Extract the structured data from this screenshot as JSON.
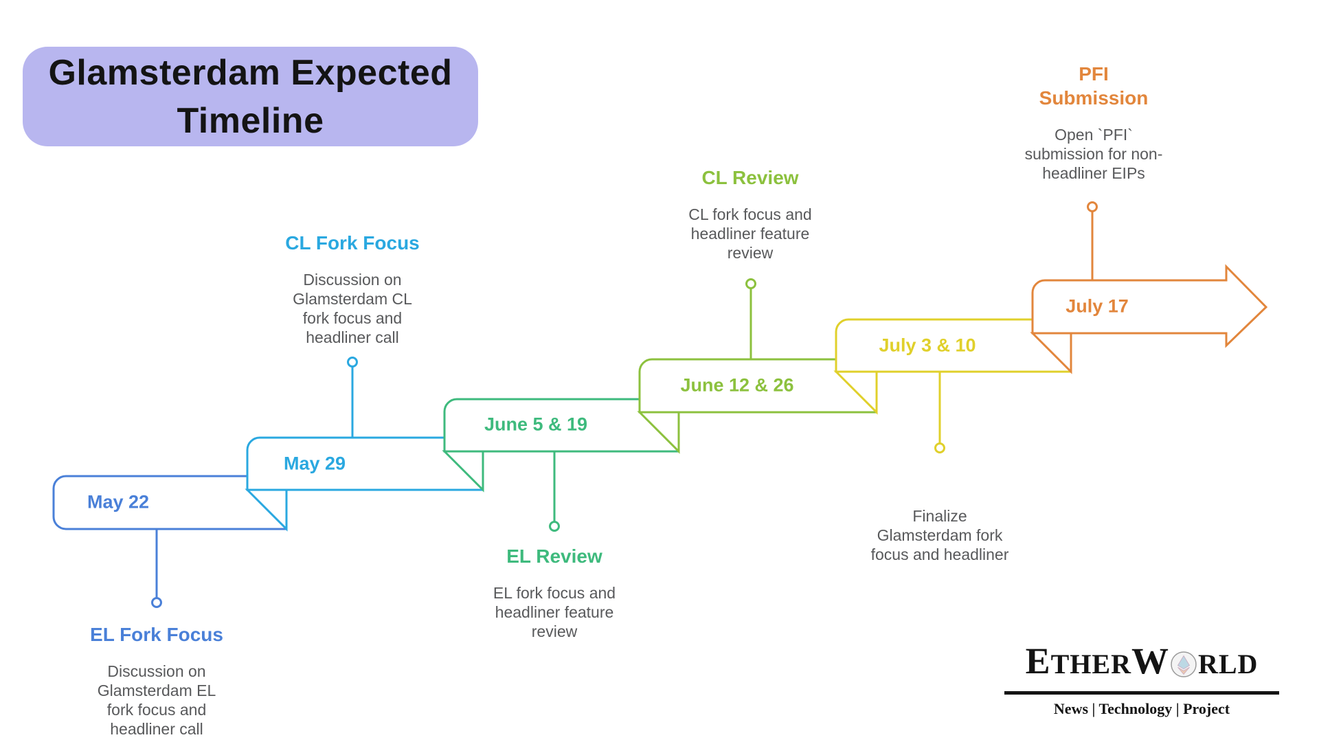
{
  "title": {
    "lines": [
      "Glamsterdam Expected",
      "Timeline"
    ],
    "bg": "#b8b6ef",
    "color": "#141414"
  },
  "colors": {
    "background": "#ffffff",
    "text_muted": "#58595b"
  },
  "milestones": [
    {
      "date": "May 22",
      "color": "#4a80d8",
      "heading": "EL Fork Focus",
      "description": [
        "Discussion on",
        "Glamsterdam EL",
        "fork focus and",
        "headliner call"
      ],
      "label_position": "below"
    },
    {
      "date": "May 29",
      "color": "#2aa8e0",
      "heading": "CL Fork Focus",
      "description": [
        "Discussion on",
        "Glamsterdam CL",
        "fork focus and",
        "headliner call"
      ],
      "label_position": "above"
    },
    {
      "date": "June 5 & 19",
      "color": "#3eba7d",
      "heading": "EL Review",
      "description": [
        "EL fork focus and",
        "headliner feature",
        "review"
      ],
      "label_position": "below"
    },
    {
      "date": "June 12 & 26",
      "color": "#8cc13e",
      "heading": "CL Review",
      "description": [
        "CL fork focus and",
        "headliner feature",
        "review"
      ],
      "label_position": "above"
    },
    {
      "date": "July 3 & 10",
      "color": "#e0d02b",
      "heading": "",
      "description": [
        "Finalize",
        "Glamsterdam fork",
        "focus and headliner"
      ],
      "label_position": "below"
    },
    {
      "date": "July 17",
      "color": "#e2863c",
      "heading": [
        "PFI",
        "Submission"
      ],
      "description": [
        "Open `PFI`",
        "submission for non-",
        "headliner EIPs"
      ],
      "label_position": "above"
    }
  ],
  "logo": {
    "parts": [
      "E",
      "THER",
      "W",
      "RLD"
    ],
    "tagline": "News | Technology | Project",
    "color": "#141414"
  }
}
